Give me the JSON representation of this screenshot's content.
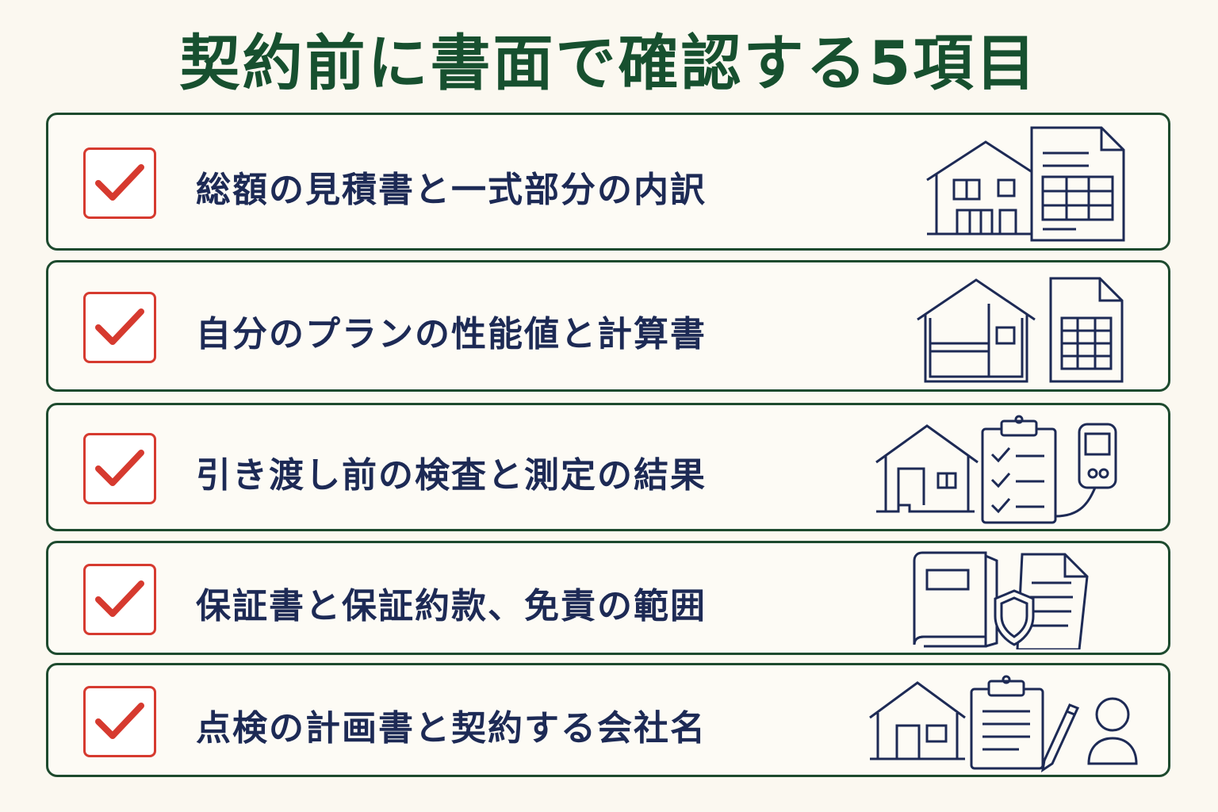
{
  "title": "契約前に書面で確認する5項目",
  "colors": {
    "title": "#17502f",
    "card_border": "#1d4a2e",
    "check": "#d63a2f",
    "text": "#1d2a55",
    "background": "#fbf8f0"
  },
  "items": [
    {
      "label": "総額の見積書と一式部分の内訳",
      "icon": "house-and-estimate-document-icon"
    },
    {
      "label": "自分のプランの性能値と計算書",
      "icon": "house-plan-and-calculation-sheet-icon"
    },
    {
      "label": "引き渡し前の検査と測定の結果",
      "icon": "house-checklist-and-meter-icon"
    },
    {
      "label": "保証書と保証約款、免責の範囲",
      "icon": "warranty-book-shield-and-document-icon"
    },
    {
      "label": "点検の計画書と契約する会社名",
      "icon": "house-clipboard-pen-and-person-icon"
    }
  ]
}
